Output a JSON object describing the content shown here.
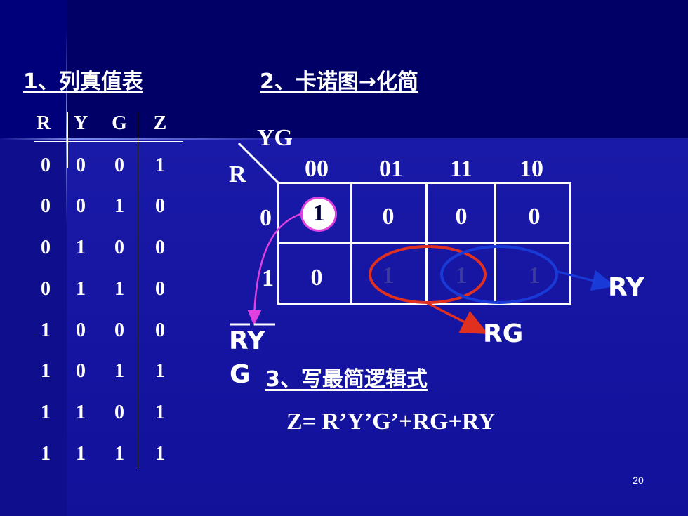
{
  "headings": {
    "h1": "1、列真值表",
    "h2": "2、卡诺图→化简",
    "h3": "3、写最简逻辑式"
  },
  "truth_table": {
    "headers": [
      "R",
      "Y",
      "G",
      "Z"
    ],
    "rows": [
      [
        "0",
        "0",
        "0",
        "1"
      ],
      [
        "0",
        "0",
        "1",
        "0"
      ],
      [
        "0",
        "1",
        "0",
        "0"
      ],
      [
        "0",
        "1",
        "1",
        "0"
      ],
      [
        "1",
        "0",
        "0",
        "0"
      ],
      [
        "1",
        "0",
        "1",
        "1"
      ],
      [
        "1",
        "1",
        "0",
        "1"
      ],
      [
        "1",
        "1",
        "1",
        "1"
      ]
    ]
  },
  "kmap": {
    "col_var": "YG",
    "row_var": "R",
    "col_labels": [
      "00",
      "01",
      "11",
      "10"
    ],
    "row_labels": [
      "0",
      "1"
    ],
    "cells": [
      [
        "1",
        "0",
        "0",
        "0"
      ],
      [
        "0",
        "1",
        "1",
        "1"
      ]
    ]
  },
  "groups": {
    "ry_label": "RY",
    "rg_label": "RG",
    "ryg_label_main": "RY",
    "ryg_label_wrap": "G"
  },
  "formula": "Z= R’Y’G’+RG+RY",
  "page_number": "20",
  "colors": {
    "background": "#000066",
    "lower_panel": "#1a1aa8",
    "pink_group": "#e040e0",
    "red_group": "#e03020",
    "blue_group": "#1a3ad8"
  }
}
